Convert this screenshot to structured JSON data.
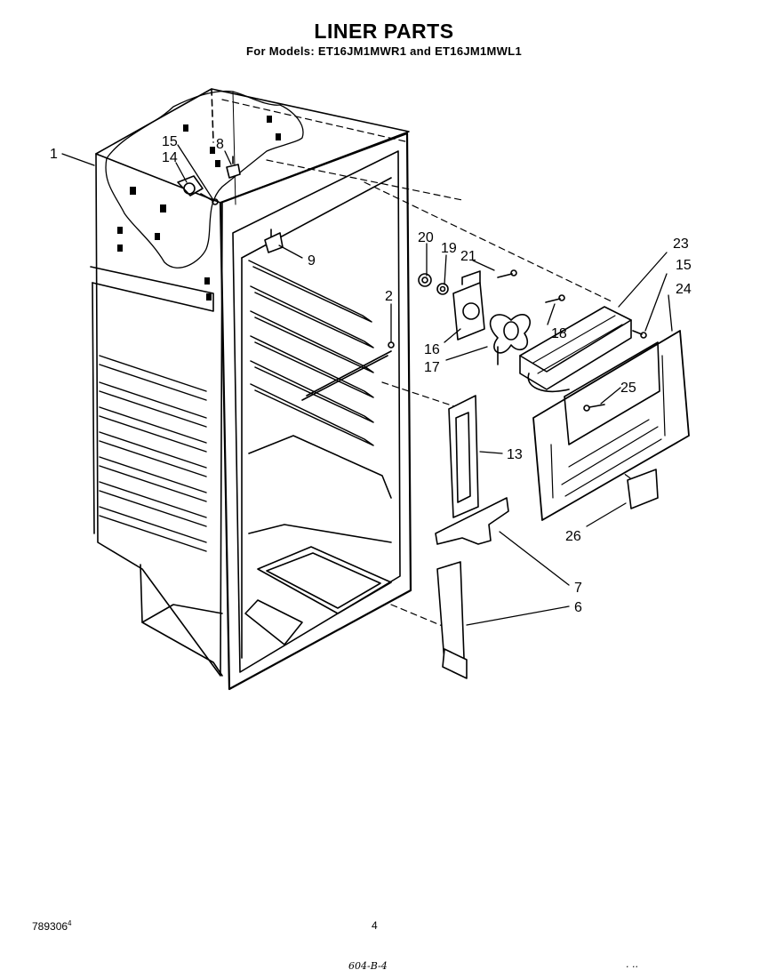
{
  "page": {
    "title": "LINER PARTS",
    "subtitle": "For Models: ET16JM1MWR1  and ET16JM1MWL1",
    "doc_number": "789306",
    "doc_mark": "4",
    "page_number": "4",
    "handwritten_note": "604-B-4",
    "corner_mark": ". .."
  },
  "callouts": {
    "c1": "1",
    "c15a": "15",
    "c14": "14",
    "c8": "8",
    "c9": "9",
    "c2": "2",
    "c20": "20",
    "c19": "19",
    "c21": "21",
    "c16": "16",
    "c17": "17",
    "c18": "18",
    "c23": "23",
    "c15b": "15",
    "c24": "24",
    "c25": "25",
    "c13": "13",
    "c26": "26",
    "c7": "7",
    "c6": "6"
  }
}
